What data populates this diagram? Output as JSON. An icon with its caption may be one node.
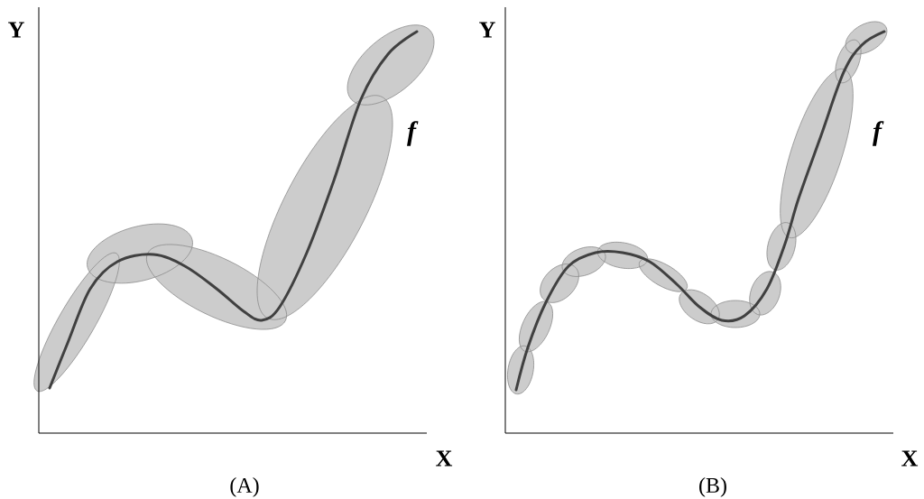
{
  "diagram": {
    "labels": [
      "Y",
      "f",
      "X",
      "(A)",
      "Y",
      "f",
      "X",
      "(B)"
    ]
  }
}
